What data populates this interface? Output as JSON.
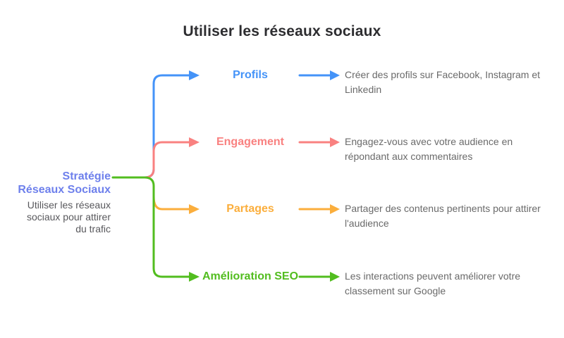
{
  "title": "Utiliser les réseaux sociaux",
  "root": {
    "title": "Stratégie\nRéseaux Sociaux",
    "description": "Utiliser les réseaux\nsociaux pour attirer\ndu trafic",
    "color": "#6e80ec"
  },
  "branches": [
    {
      "label": "Profils",
      "description": "Créer des profils sur Facebook, Instagram et\nLinkedin",
      "color": "#4493f8"
    },
    {
      "label": "Engagement",
      "description": "Engagez-vous avec votre audience en\nrépondant aux commentaires",
      "color": "#f98180"
    },
    {
      "label": "Partages",
      "description": "Partager des contenus pertinents pour attirer\nl'audience",
      "color": "#fbae3c"
    },
    {
      "label": "Amélioration SEO",
      "description": "Les interactions peuvent améliorer votre\nclassement sur Google",
      "color": "#52bd1f"
    }
  ],
  "colors": {
    "title_text": "#2d2d30",
    "branch_description_text": "#6a6a6a",
    "root_description_text": "#58585c"
  }
}
